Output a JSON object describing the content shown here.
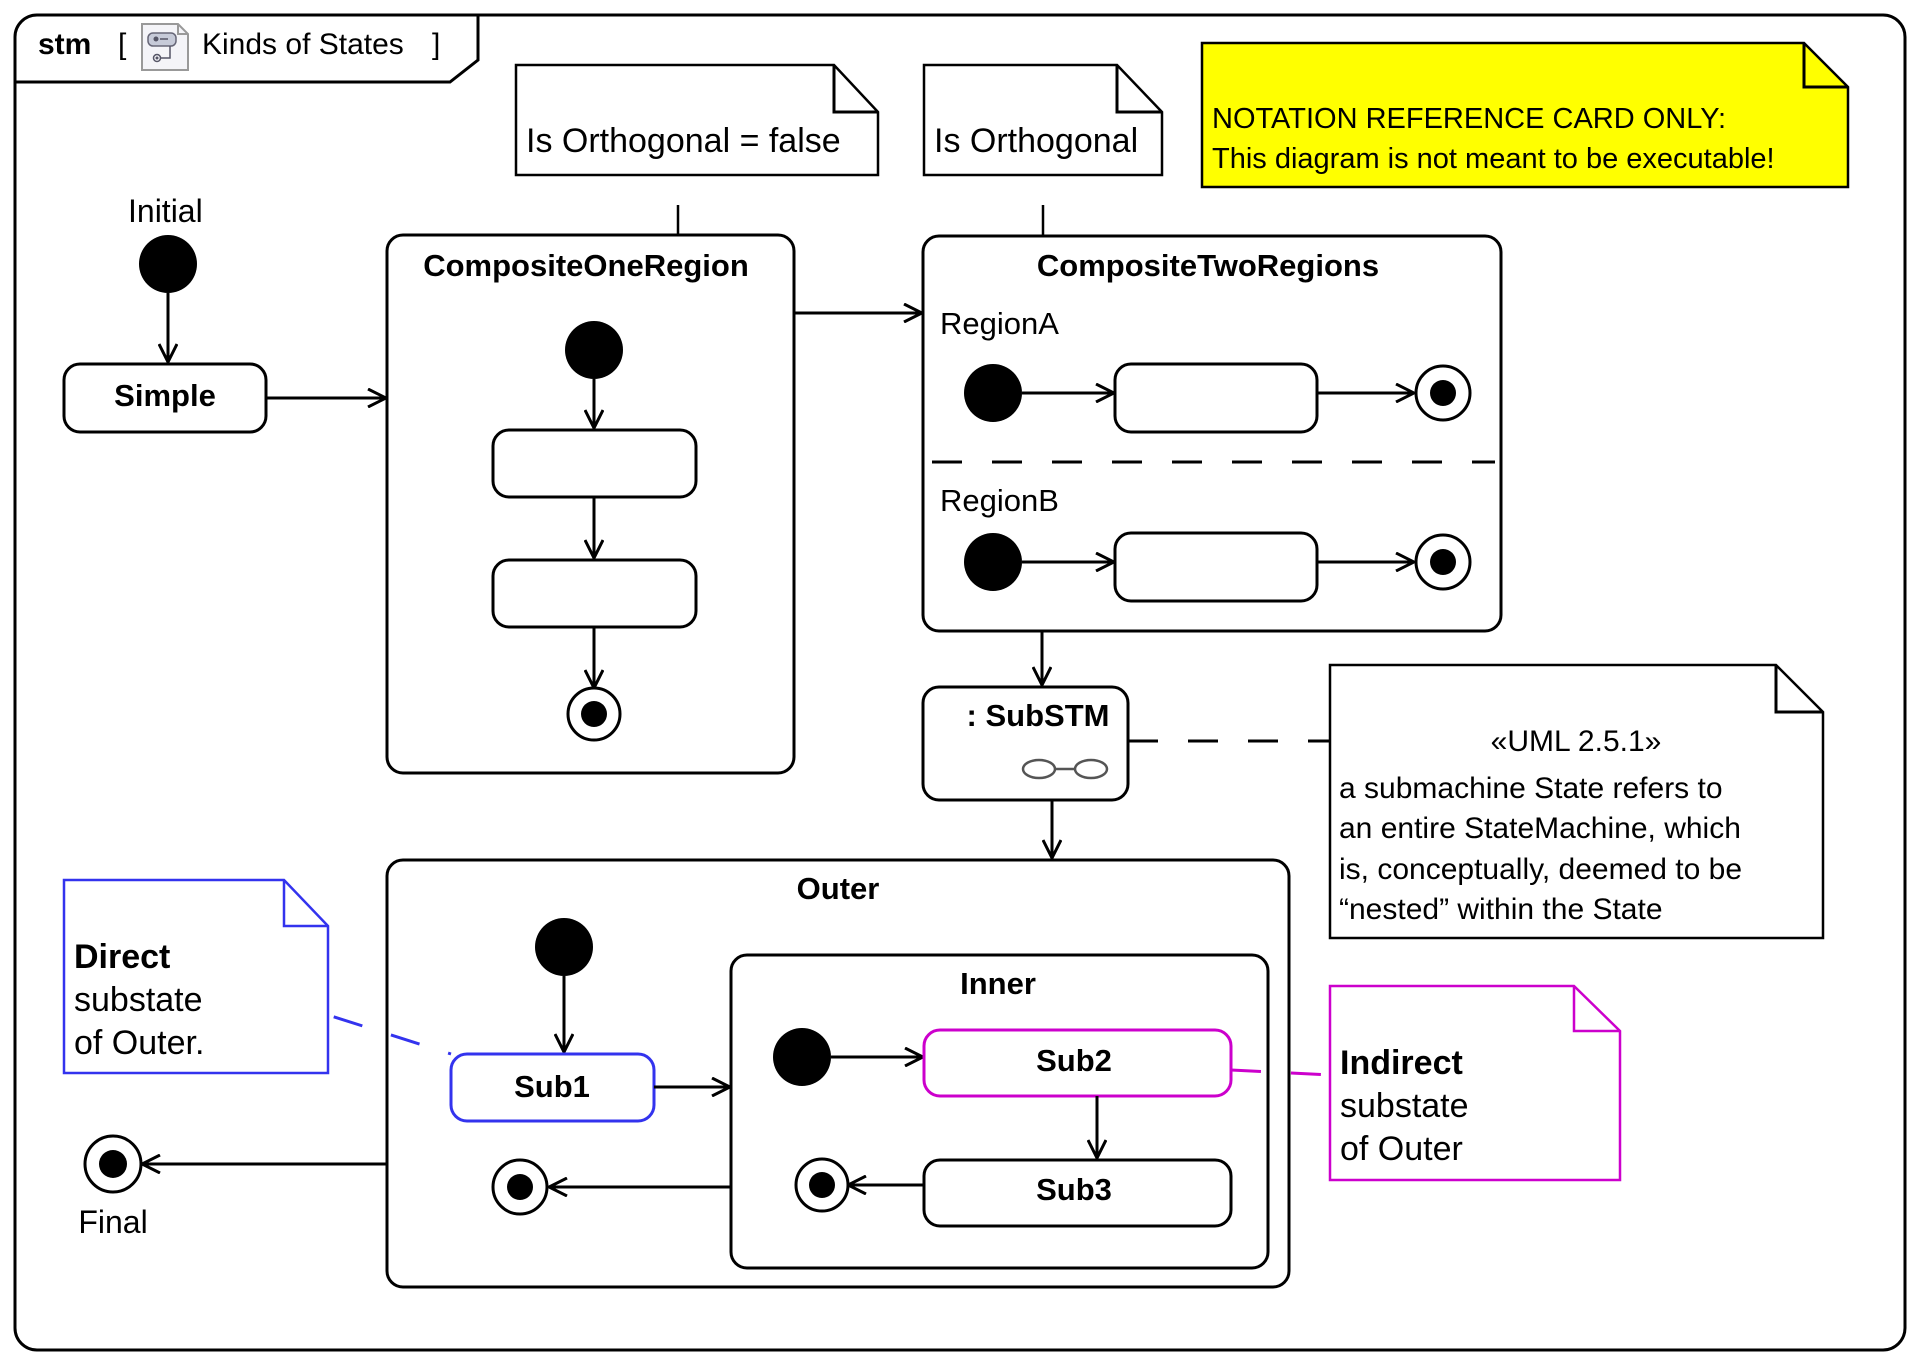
{
  "frame": {
    "kind": "stm",
    "bracket_open": "[",
    "bracket_close": "]",
    "title": "Kinds of States",
    "icon": "state-machine-diagram-icon"
  },
  "notes": {
    "orth_false": "Is Orthogonal = false",
    "orth_true": "Is Orthogonal",
    "reference_card": {
      "line1": "NOTATION REFERENCE CARD ONLY:",
      "line2": "This diagram is not meant to be executable!",
      "fill": "#ffff00"
    },
    "uml": {
      "stereotype": "«UML 2.5.1»",
      "lines": [
        "a submachine State refers to",
        "an entire StateMachine, which",
        "is, conceptually, deemed to be",
        "“nested” within the State"
      ]
    },
    "direct": {
      "bold": "Direct",
      "line2": "substate",
      "line3": "of Outer.",
      "color": "#3333ee"
    },
    "indirect": {
      "bold": "Indirect",
      "line2": "substate",
      "line3": "of Outer",
      "color": "#cc00cc"
    }
  },
  "labels": {
    "initial": "Initial",
    "final": "Final"
  },
  "states": {
    "simple": "Simple",
    "composite_one": "CompositeOneRegion",
    "composite_two": "CompositeTwoRegions",
    "region_a": "RegionA",
    "region_b": "RegionB",
    "substm": ": SubSTM",
    "outer": "Outer",
    "inner": "Inner",
    "sub1": "Sub1",
    "sub2": "Sub2",
    "sub3": "Sub3"
  }
}
